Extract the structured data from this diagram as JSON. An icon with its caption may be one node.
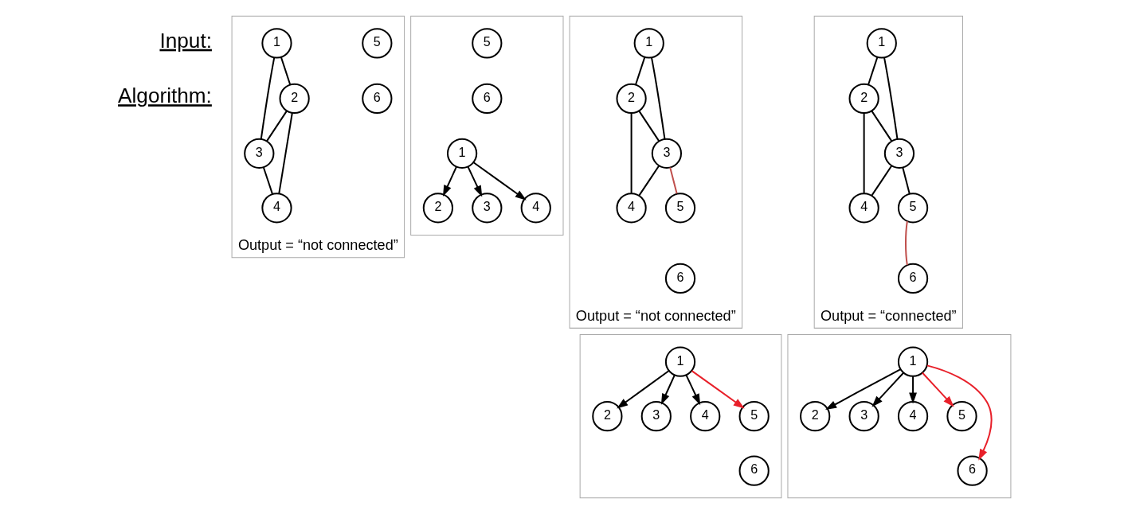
{
  "diagram": {
    "nodes": [
      {
        "text": [
          "Output = “not connected”"
        ]
      },
      {
        "text": [
          "1"
        ],
        "in": 0
      },
      {
        "text": [
          "2"
        ],
        "in": 0
      },
      {
        "text": [
          "3"
        ],
        "in": 0
      },
      {
        "text": [
          "4"
        ],
        "in": 0
      },
      {
        "text": [
          "5"
        ],
        "in": 0
      },
      {
        "text": [
          "6"
        ],
        "in": 0
      },
      {
        "text": [
          "Output = “not connected”"
        ]
      },
      {
        "text": [
          "1"
        ],
        "in": 7
      },
      {
        "text": [
          "2"
        ],
        "in": 7
      },
      {
        "text": [
          "3"
        ],
        "in": 7
      },
      {
        "text": [
          "4"
        ],
        "in": 7
      },
      {
        "text": [
          "5"
        ],
        "in": 7
      },
      {
        "text": [
          "6"
        ],
        "in": 7
      },
      {
        "text": [
          "Output = “connected”"
        ]
      },
      {
        "text": [
          "1"
        ],
        "in": 14
      },
      {
        "text": [
          "2"
        ],
        "in": 14
      },
      {
        "text": [
          "3"
        ],
        "in": 14
      },
      {
        "text": [
          "4"
        ],
        "in": 14
      },
      {
        "text": [
          "5"
        ],
        "in": 14
      },
      {
        "text": [
          "6"
        ],
        "in": 14
      },
      {
        "text": [],
        "shape": "box"
      },
      {
        "text": [
          "1"
        ],
        "in": 21
      },
      {
        "text": [
          "2"
        ],
        "in": 21
      },
      {
        "text": [
          "3"
        ],
        "in": 21
      },
      {
        "text": [
          "4"
        ],
        "in": 21
      },
      {
        "text": [
          "5"
        ],
        "in": 21
      },
      {
        "text": [
          "6"
        ],
        "in": 21
      },
      {
        "text": [],
        "shape": "box"
      },
      {
        "text": [
          "1"
        ],
        "in": 28
      },
      {
        "text": [
          "2"
        ],
        "in": 28
      },
      {
        "text": [
          "3"
        ],
        "in": 28
      },
      {
        "text": [
          "4"
        ],
        "in": 28
      },
      {
        "text": [
          "5"
        ],
        "in": 28
      },
      {
        "text": [
          "6"
        ],
        "in": 28
      },
      {
        "text": [],
        "shape": "box"
      },
      {
        "text": [
          "1"
        ],
        "in": 35
      },
      {
        "text": [
          "2"
        ],
        "in": 35
      },
      {
        "text": [
          "3"
        ],
        "in": 35
      },
      {
        "text": [
          "4"
        ],
        "in": 35
      },
      {
        "text": [
          "5"
        ],
        "in": 35
      },
      {
        "text": [
          "6"
        ],
        "in": 35
      }
    ],
    "edges": [
      {
        "from": 1,
        "to": 2,
        "arrow": "none"
      },
      {
        "from": 1,
        "to": 3,
        "arrow": "none"
      },
      {
        "from": 2,
        "to": 3,
        "arrow": "none"
      },
      {
        "from": 2,
        "to": 4,
        "arrow": "none"
      },
      {
        "from": 3,
        "to": 4,
        "arrow": "none"
      },
      {
        "from": 8,
        "to": 9,
        "arrow": "none"
      },
      {
        "from": 8,
        "to": 10,
        "arrow": "none"
      },
      {
        "from": 9,
        "to": 10,
        "arrow": "none"
      },
      {
        "from": 9,
        "to": 11,
        "arrow": "none"
      },
      {
        "from": 10,
        "to": 11,
        "arrow": "none"
      },
      {
        "from": 10,
        "to": 12,
        "arrow": "none",
        "color": "#c0504d"
      },
      {
        "from": 15,
        "to": 16,
        "arrow": "none"
      },
      {
        "from": 15,
        "to": 17,
        "arrow": "none"
      },
      {
        "from": 16,
        "to": 17,
        "arrow": "none"
      },
      {
        "from": 16,
        "to": 18,
        "arrow": "none"
      },
      {
        "from": 17,
        "to": 18,
        "arrow": "none"
      },
      {
        "from": 17,
        "to": 19,
        "arrow": "none"
      },
      {
        "from": 19,
        "to": 20,
        "arrow": "none",
        "color": "#c0504d"
      },
      {
        "from": 22,
        "to": 23,
        "arrow": "to"
      },
      {
        "from": 22,
        "to": 24,
        "arrow": "to"
      },
      {
        "from": 22,
        "to": 25,
        "arrow": "to"
      },
      {
        "from": 29,
        "to": 30,
        "arrow": "to"
      },
      {
        "from": 29,
        "to": 31,
        "arrow": "to"
      },
      {
        "from": 29,
        "to": 32,
        "arrow": "to"
      },
      {
        "from": 29,
        "to": 33,
        "arrow": "to",
        "color": "#e8202a"
      },
      {
        "from": 36,
        "to": 37,
        "arrow": "to"
      },
      {
        "from": 36,
        "to": 38,
        "arrow": "to"
      },
      {
        "from": 36,
        "to": 39,
        "arrow": "to"
      },
      {
        "from": 36,
        "to": 40,
        "arrow": "to",
        "color": "#e8202a"
      },
      {
        "from": 36,
        "to": 41,
        "arrow": "to",
        "color": "#e8202a"
      }
    ],
    "labels": [
      "Input:",
      "Algorithm:"
    ]
  }
}
